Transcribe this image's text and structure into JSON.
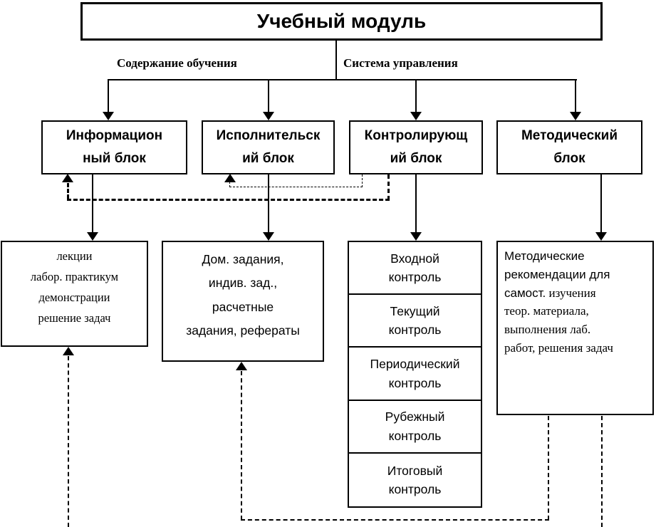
{
  "colors": {
    "ink": "#000000",
    "bg": "#ffffff"
  },
  "title": "Учебный модуль",
  "branch_labels": {
    "left": "Содержание обучения",
    "right": "Система управления"
  },
  "blocks": [
    {
      "lines": [
        "Информацион",
        "ный блок"
      ]
    },
    {
      "lines": [
        "Исполнительск",
        "ий блок"
      ]
    },
    {
      "lines": [
        "Контролирующ",
        "ий блок"
      ]
    },
    {
      "lines": [
        "Методический",
        "блок"
      ]
    }
  ],
  "info_content": {
    "lines": [
      "лекции",
      "лабор. практикум",
      "демонстрации",
      "решение задач"
    ]
  },
  "exec_content": {
    "lines": [
      "Дом. задания,",
      "индив. зад.,",
      "расчетные",
      "задания, рефераты"
    ]
  },
  "control_content": {
    "cells": [
      {
        "lines": [
          "Входной",
          "контроль"
        ]
      },
      {
        "lines": [
          "Текущий",
          "контроль"
        ]
      },
      {
        "lines": [
          "Периодический",
          "контроль"
        ]
      },
      {
        "lines": [
          "Рубежный",
          "контроль"
        ]
      },
      {
        "lines": [
          "Итоговый",
          "контроль"
        ]
      }
    ]
  },
  "method_content": {
    "lines": [
      {
        "sans": "Методические",
        "serif": ""
      },
      {
        "sans": "рекомендации для",
        "serif": ""
      },
      {
        "sans": "самост.",
        "serif": " изучения"
      },
      {
        "sans": "",
        "serif": "теор. материала,"
      },
      {
        "sans": "",
        "serif": "выполнения лаб."
      },
      {
        "sans": "",
        "serif": "работ, решения задач"
      }
    ]
  }
}
